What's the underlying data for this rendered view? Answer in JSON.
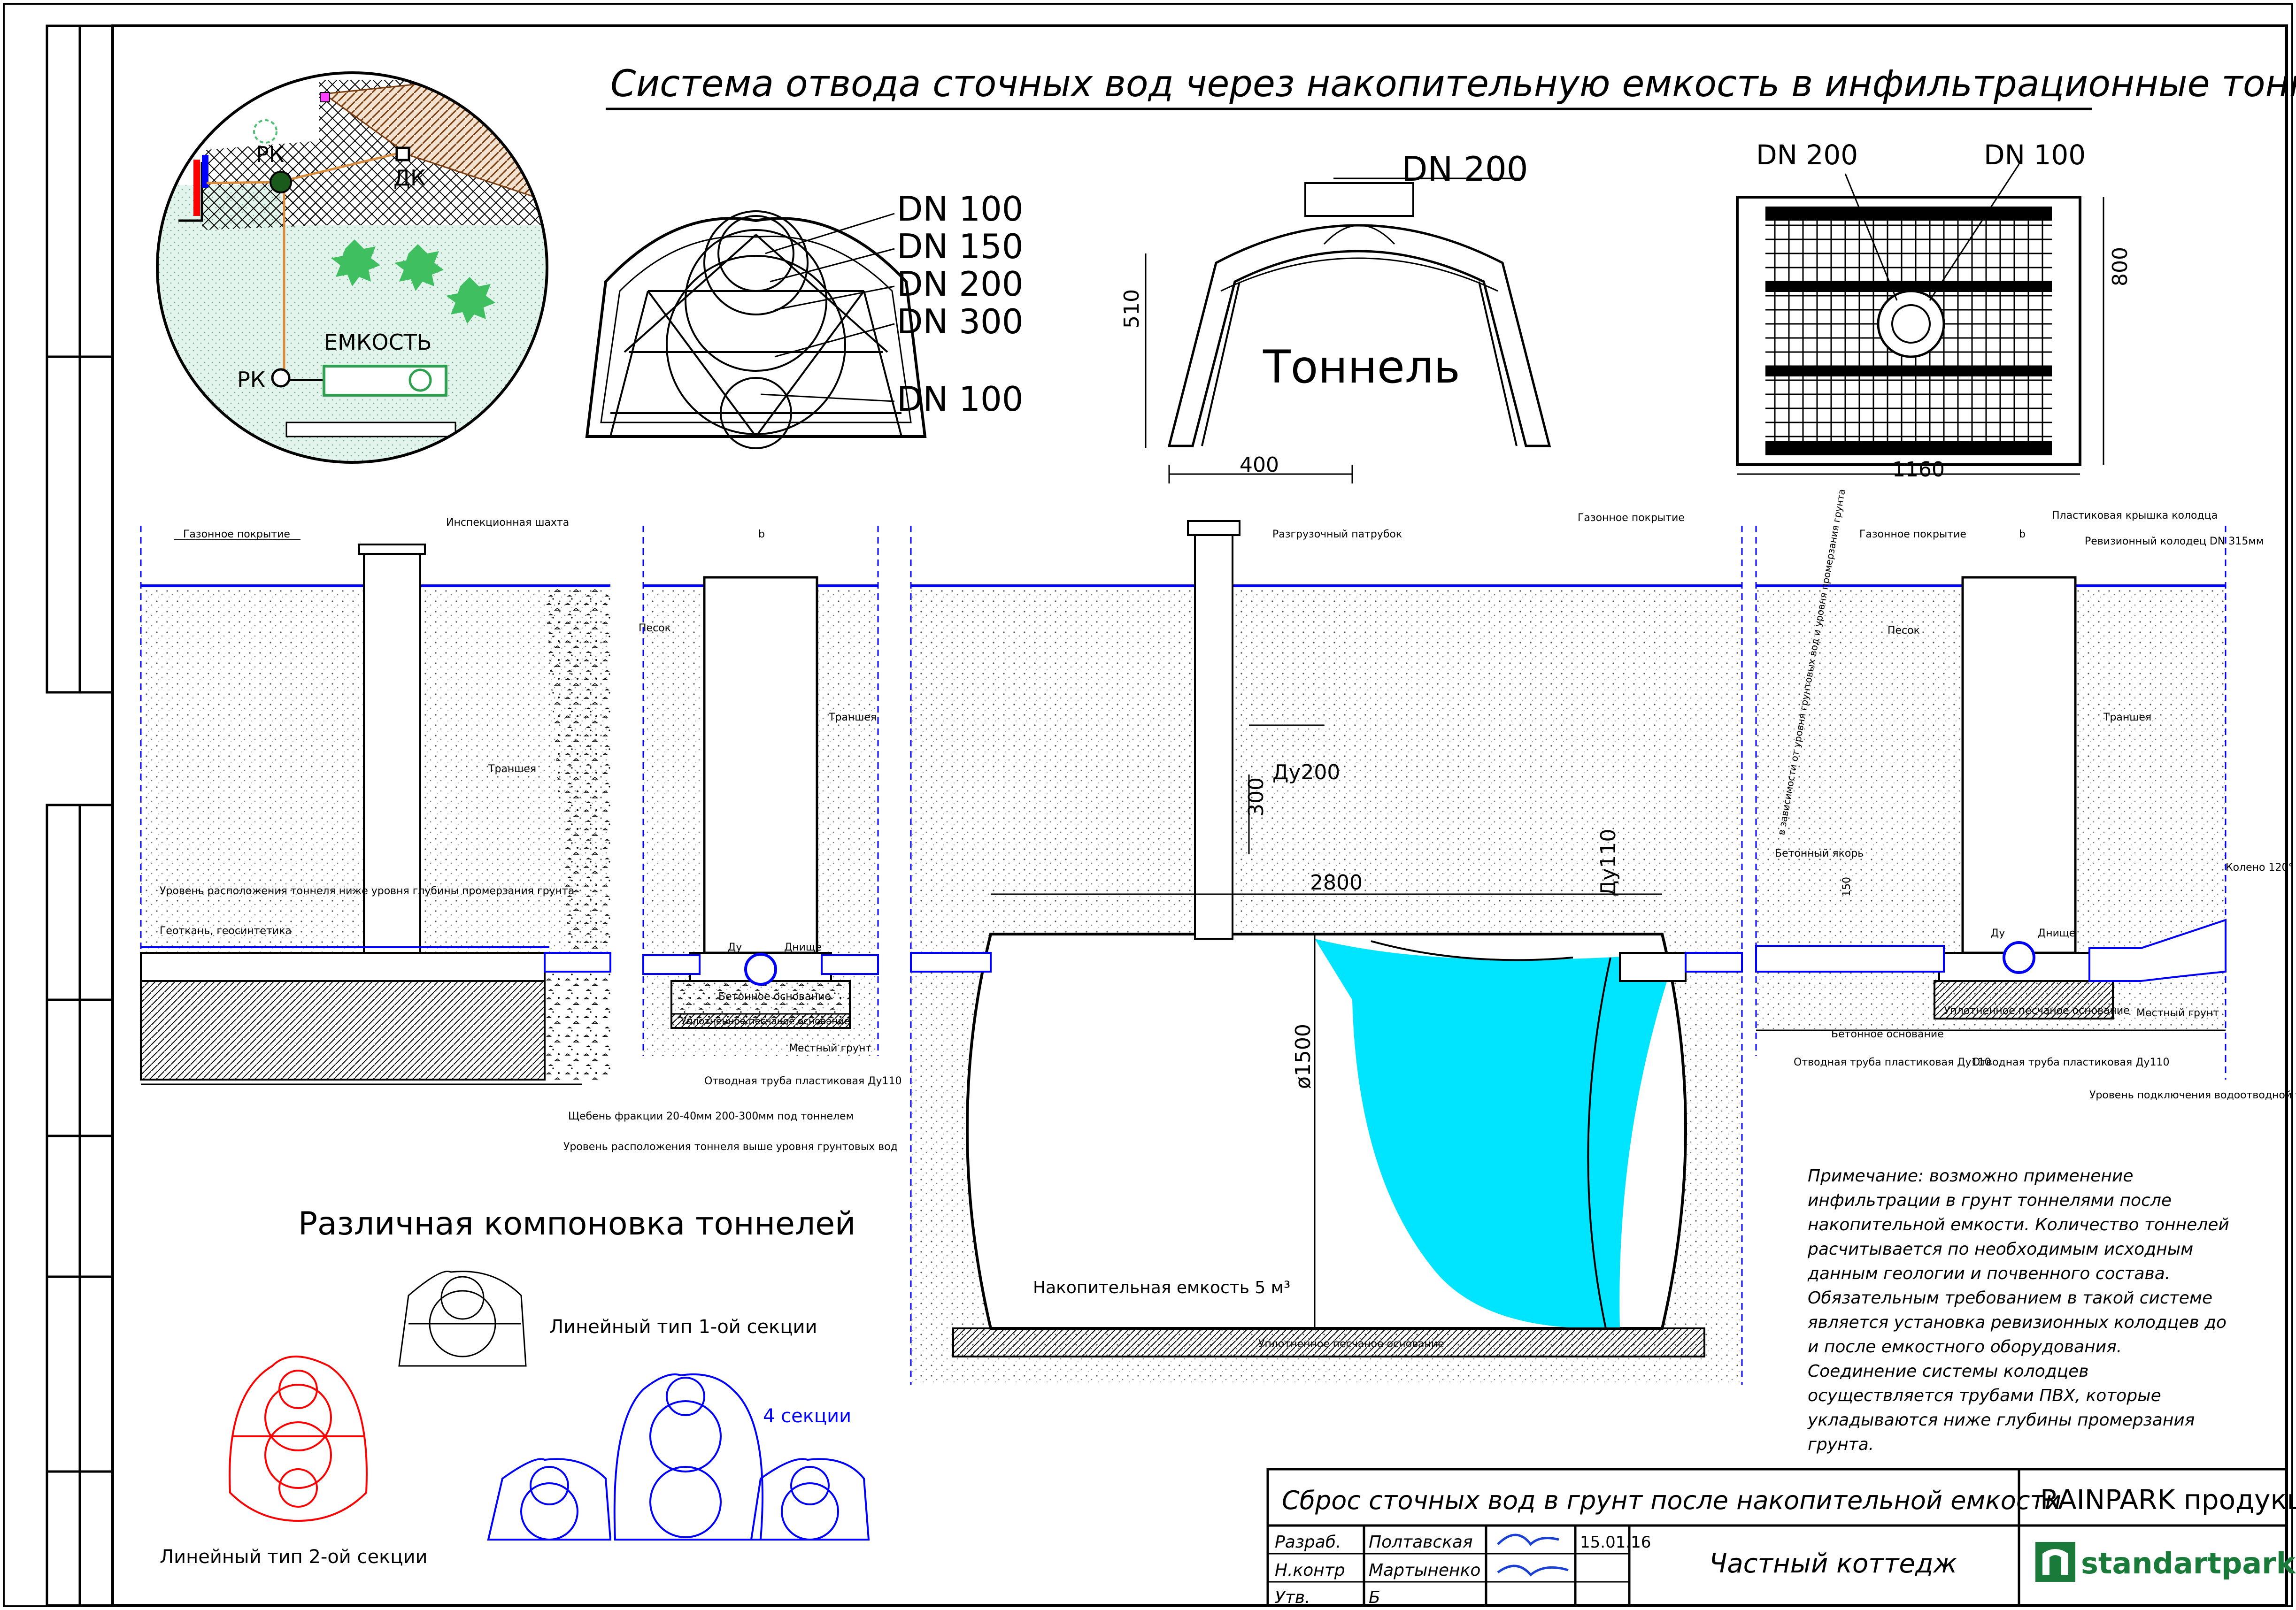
{
  "title": "Система отвода сточных вод через накопительную емкость в инфильтрационные тоннели",
  "inset_labels": {
    "rk1": "РК",
    "dk": "ДК",
    "rk2": "РК",
    "tank": "ЕМКОСТЬ"
  },
  "tunnel_front": {
    "dn": [
      "DN 100",
      "DN 150",
      "DN 200",
      "DN 300",
      "DN 100"
    ]
  },
  "tunnel_side": {
    "dn": "DN 200",
    "height": "510",
    "width": "400",
    "name": "Тоннель"
  },
  "tunnel_top": {
    "dn1": "DN 200",
    "dn2": "DN 100",
    "width": "1160",
    "length": "800"
  },
  "section": {
    "lawn1": "Газонное покрытие",
    "inspection": "Инспекционная шахта",
    "trench": "Траншея",
    "level_tunnel": "Уровень расположения тоннеля ниже уровня глубины промерзания грунта",
    "geotextile": "Геоткань, геосинтетика",
    "gravel": "Щебень фракции 20-40мм 200-300мм под тоннелем",
    "level_gw": "Уровень расположения тоннеля выше уровня грунтовых вод",
    "well_b": "b",
    "sand": "Песок",
    "trench2": "Траншея",
    "du": "Ду",
    "bottom": "Днище",
    "concrete": "Бетонное основание",
    "compacted": "Уплотненное песчаное основание",
    "native": "Местный грунт",
    "outlet": "Отводная труба пластиковая Ду110",
    "unload": "Разгрузочный патрубок",
    "lawn2": "Газонное покрытие",
    "du200": "Ду200",
    "h300": "300",
    "du110": "Ду110",
    "length": "2800",
    "diam": "ø1500",
    "tank_label": "Накопительная емкость 5 м³",
    "tank_sand": "Уплотненное песчаное основание",
    "lawn3": "Газонное покрытие",
    "lid": "Пластиковая крышка колодца",
    "rev_well": "Ревизионный колодец DN 315мм",
    "b2": "b",
    "sand2": "Песок",
    "trench3": "Траншея",
    "depth_note": "в зависимости от уровня грунтовых вод и уровня промерзания грунта",
    "anchor": "Бетонный якорь",
    "h150": "150",
    "elbow": "Колено 120°",
    "du2": "Ду",
    "bottom2": "Днище",
    "compacted2": "Уплотненное песчаное основание",
    "concrete2": "Бетонное основание",
    "native2": "Местный грунт",
    "outlet2": "Отводная труба пластиковая Ду110",
    "outlet3": "Отводная труба пластиковая Ду110",
    "level_conn": "Уровень подключения водоотводной трубы ниже глубины промерзания грунта"
  },
  "layouts": {
    "heading": "Различная компоновка тоннелей",
    "type1": "Линейный тип 1-ой секции",
    "type2": "Линейный тип 2-ой секции",
    "type4": "4 секции"
  },
  "note": "Примечание: возможно применение инфильтрации в грунт тоннелями после накопительной емкости. Количество тоннелей расчитывается по необходимым исходным данным геологии и почвенного состава. Обязательным требованием в такой системе является установка ревизионных колодцев до и после емкостного оборудования. Соединение системы колодцев осуществляется трубами ПВХ, которые укладываются ниже глубины промерзания грунта.",
  "title_block": {
    "doc_title": "Сброс сточных вод в грунт после накопительной емкости",
    "company": "RAINPARK продукци",
    "role1": "Разраб.",
    "name1": "Полтавская",
    "role2": "Н.контр",
    "name2": "Мартыненко",
    "role3": "Утв.",
    "name3": "Б",
    "date": "15.01.16",
    "project": "Частный коттедж",
    "brand": "standartpark"
  },
  "colors": {
    "water": "#00e5ff",
    "lawn": "#0000ff",
    "red": "#ff0000",
    "blue": "#0000ff",
    "brand": "#1a7a3a"
  }
}
